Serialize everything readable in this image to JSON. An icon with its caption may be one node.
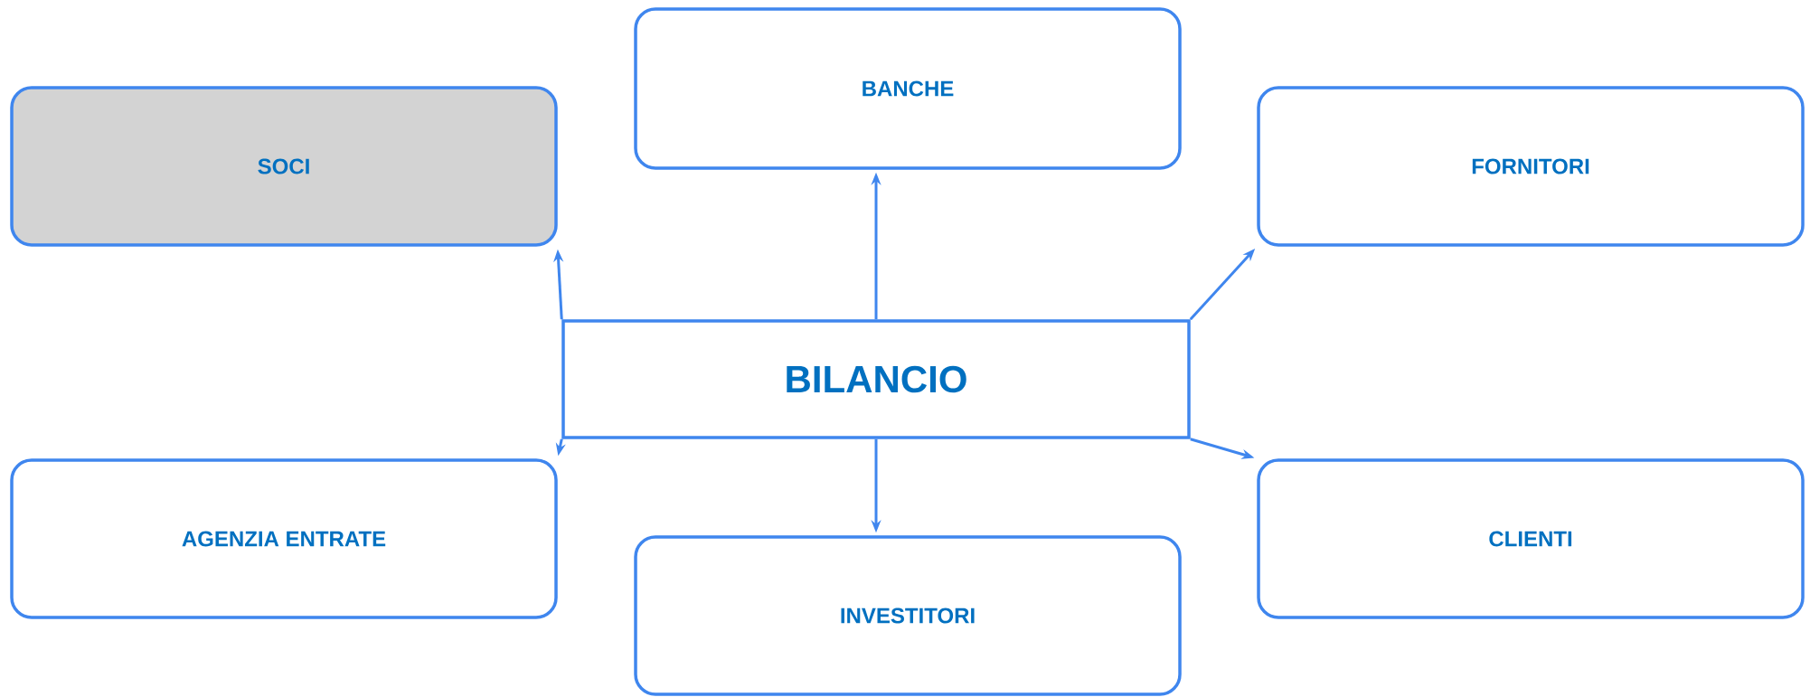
{
  "diagram": {
    "nodes": [
      {
        "text": [
          "BANCHE"
        ]
      },
      {
        "text": [
          "SOCI"
        ]
      },
      {
        "text": [
          "FORNITORI"
        ]
      },
      {
        "text": [
          "BILANCIO"
        ]
      },
      {
        "text": [
          "AGENZIA ENTRATE"
        ]
      },
      {
        "text": [
          "INVESTITORI"
        ]
      },
      {
        "text": [
          "CLIENTI"
        ]
      }
    ],
    "edges": [
      {
        "from": 3,
        "to": 0,
        "arrow": "to"
      },
      {
        "from": 3,
        "to": 1,
        "arrow": "to"
      },
      {
        "from": 3,
        "to": 2,
        "arrow": "to"
      },
      {
        "from": 3,
        "to": 4,
        "arrow": "to"
      },
      {
        "from": 3,
        "to": 5,
        "arrow": "to"
      },
      {
        "from": 3,
        "to": 6,
        "arrow": "to"
      }
    ]
  }
}
